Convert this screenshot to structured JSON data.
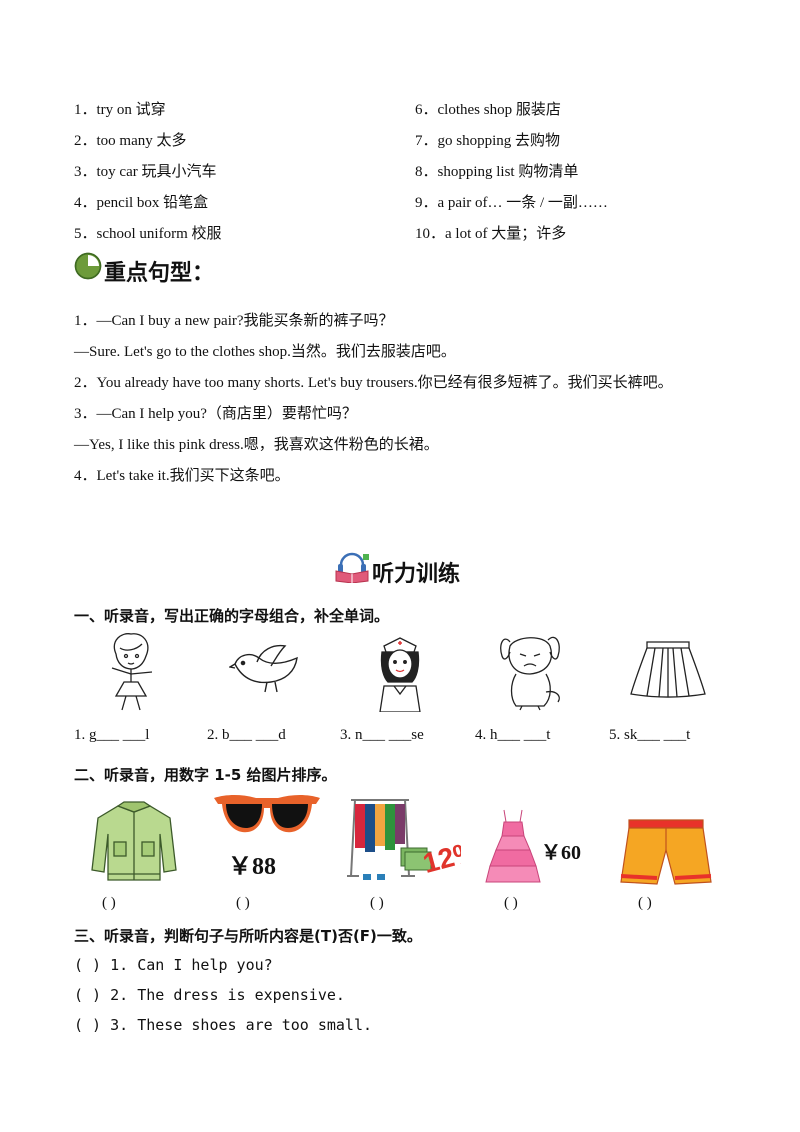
{
  "phrases": {
    "left": [
      "1．try on  试穿",
      "2．too many  太多",
      "3．toy car  玩具小汽车",
      "4．pencil box  铅笔盒",
      "5．school uniform  校服"
    ],
    "right": [
      "6．clothes shop  服装店",
      "7．go shopping  去购物",
      "8．shopping list  购物清单",
      "9．a pair of…  一条  /  一副……",
      "10．a lot of  大量；许多"
    ]
  },
  "key_sentences": {
    "icon": "pie-chart-icon",
    "title": "重点句型：",
    "lines": [
      "1．—Can I buy a new pair?我能买条新的裤子吗？",
      "—Sure. Let's go to the clothes shop.当然。我们去服装店吧。",
      "2．You already have too many  shorts. Let's buy trousers.你已经有很多短裤了。我们买长裤吧。",
      "3．—Can I help you?（商店里）要帮忙吗？",
      "—Yes, I like this pink dress.嗯，我喜欢这件粉色的长裙。",
      "4．Let's take it.我们买下这条吧。"
    ]
  },
  "listening": {
    "icon": "headphones-book-icon",
    "title": "听力训练",
    "ex1": {
      "heading": "一、听录音，写出正确的字母组合，补全单词。",
      "items": [
        {
          "text": "1. g___  ___l",
          "picture": "girl-drawing"
        },
        {
          "text": "2. b___  ___d",
          "picture": "bird-drawing"
        },
        {
          "text": "3. n___  ___se",
          "picture": "nurse-drawing"
        },
        {
          "text": "4. h___  ___t",
          "picture": "hurt-dog-drawing"
        },
        {
          "text": "5. sk___  ___t",
          "picture": "skirt-drawing"
        }
      ]
    },
    "ex2": {
      "heading": "二、听录音，用数字 1-5 给图片排序。",
      "items": [
        {
          "picture": "jacket-image",
          "price": ""
        },
        {
          "picture": "sunglasses-image",
          "price": "￥88"
        },
        {
          "picture": "clothes-rack-image",
          "price": ""
        },
        {
          "picture": "pink-dress-image",
          "price": "￥60"
        },
        {
          "picture": "shorts-image",
          "price": ""
        }
      ],
      "paren": "(          )"
    },
    "ex3": {
      "heading": "三、听录音，判断句子与所听内容是(T)否(F)一致。",
      "items": [
        "(          ) 1. Can I help you?",
        "(          ) 2. The dress is expensive.",
        "(          ) 3. These shoes are too small."
      ]
    }
  }
}
